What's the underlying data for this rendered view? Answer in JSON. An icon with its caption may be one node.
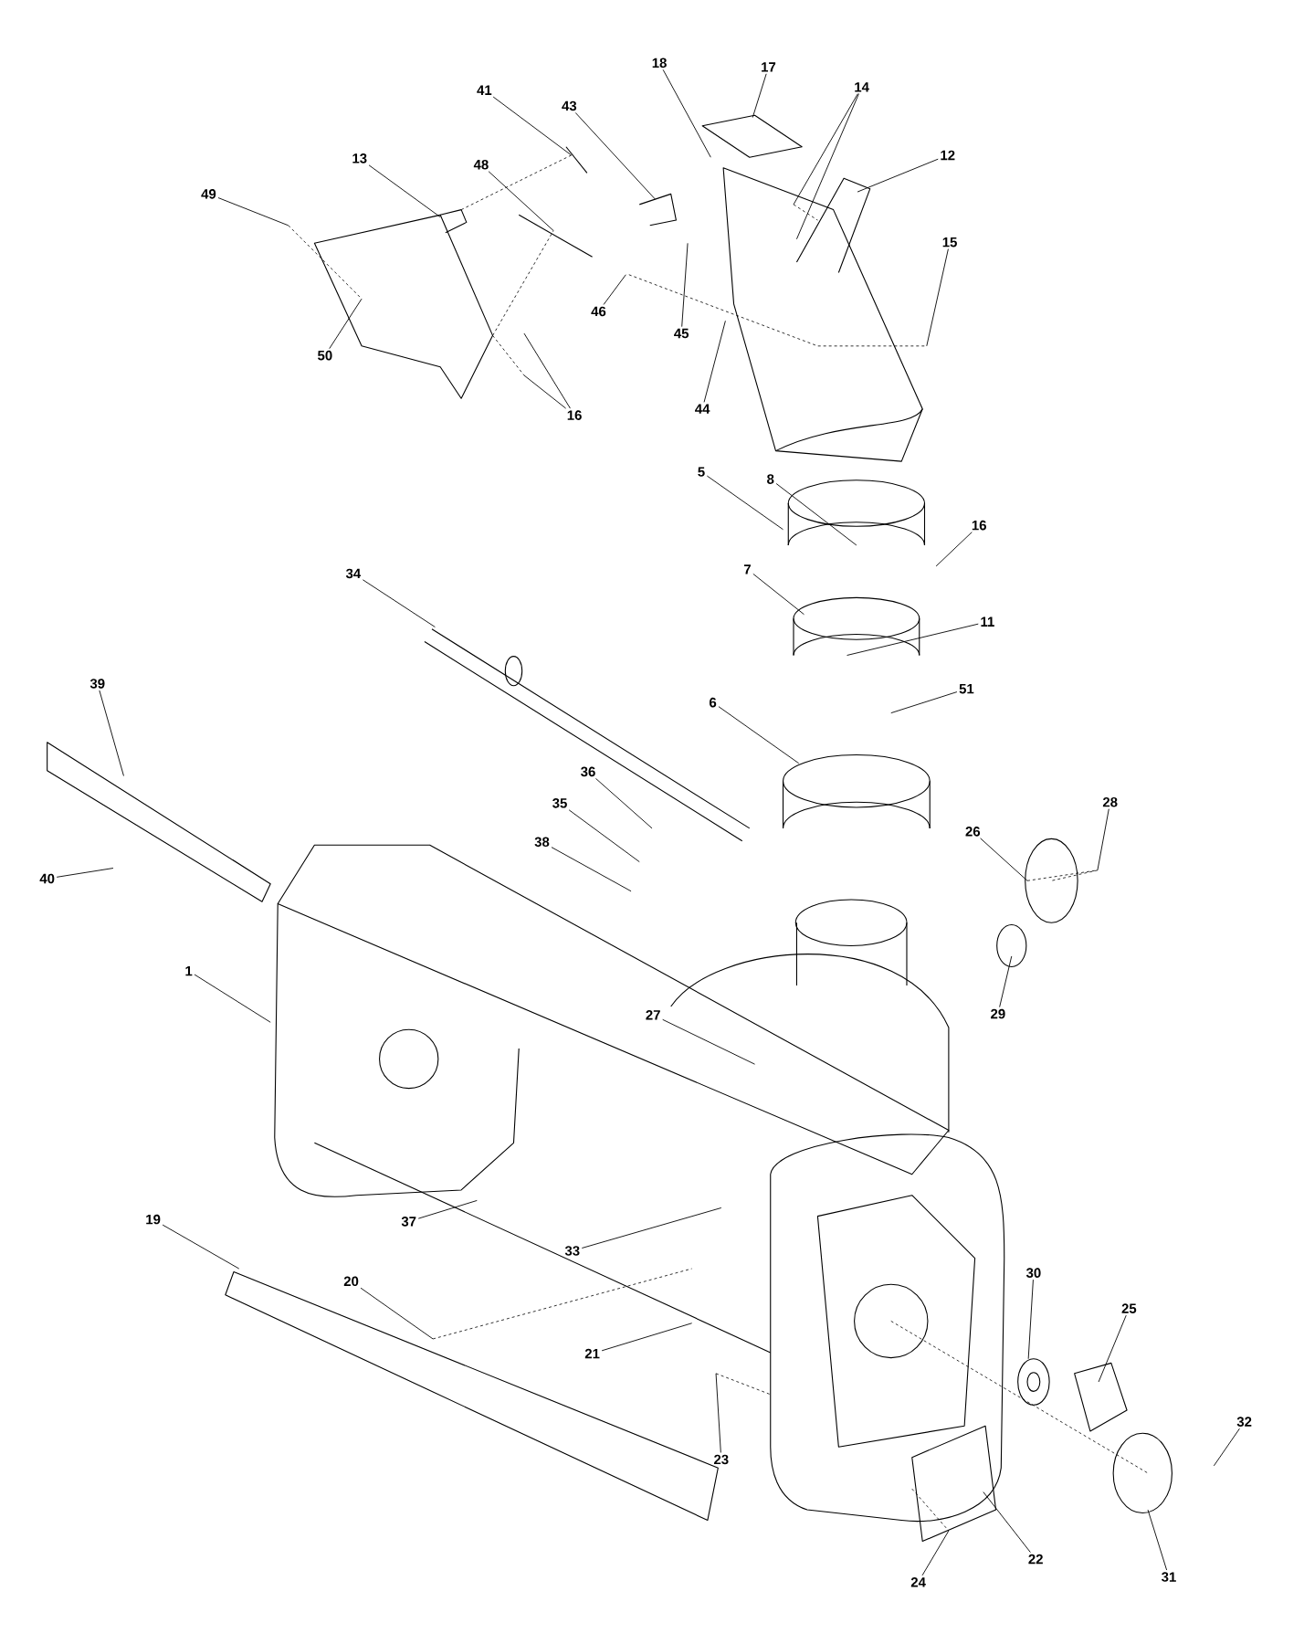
{
  "diagram": {
    "nodes": [
      {
        "text": [
          "18"
        ]
      },
      {
        "text": [
          "17"
        ]
      },
      {
        "text": [
          "41"
        ]
      },
      {
        "text": [
          "43"
        ]
      },
      {
        "text": [
          "14"
        ]
      },
      {
        "text": [
          "12"
        ]
      },
      {
        "text": [
          "13"
        ]
      },
      {
        "text": [
          "48"
        ]
      },
      {
        "text": [
          "49"
        ]
      },
      {
        "text": [
          "15"
        ]
      },
      {
        "text": [
          "46"
        ]
      },
      {
        "text": [
          "45"
        ]
      },
      {
        "text": [
          "50"
        ]
      },
      {
        "text": [
          "44"
        ]
      },
      {
        "text": [
          "16"
        ]
      },
      {
        "text": [
          "5"
        ]
      },
      {
        "text": [
          "8"
        ]
      },
      {
        "text": [
          "16"
        ]
      },
      {
        "text": [
          "34"
        ]
      },
      {
        "text": [
          "7"
        ]
      },
      {
        "text": [
          "11"
        ]
      },
      {
        "text": [
          "39"
        ]
      },
      {
        "text": [
          "51"
        ]
      },
      {
        "text": [
          "6"
        ]
      },
      {
        "text": [
          "36"
        ]
      },
      {
        "text": [
          "28"
        ]
      },
      {
        "text": [
          "35"
        ]
      },
      {
        "text": [
          "26"
        ]
      },
      {
        "text": [
          "38"
        ]
      },
      {
        "text": [
          "40"
        ]
      },
      {
        "text": [
          "1"
        ]
      },
      {
        "text": [
          "29"
        ]
      },
      {
        "text": [
          "27"
        ]
      },
      {
        "text": [
          "19"
        ]
      },
      {
        "text": [
          "37"
        ]
      },
      {
        "text": [
          "33"
        ]
      },
      {
        "text": [
          "30"
        ]
      },
      {
        "text": [
          "20"
        ]
      },
      {
        "text": [
          "25"
        ]
      },
      {
        "text": [
          "21"
        ]
      },
      {
        "text": [
          "32"
        ]
      },
      {
        "text": [
          "23"
        ]
      },
      {
        "text": [
          "22"
        ]
      },
      {
        "text": [
          "24"
        ]
      },
      {
        "text": [
          "31"
        ]
      }
    ],
    "edges": [
      {
        "from": 0,
        "to": null,
        "arrow": "none"
      },
      {
        "from": 1,
        "to": null,
        "arrow": "none"
      },
      {
        "from": 2,
        "to": null,
        "arrow": "none"
      },
      {
        "from": 3,
        "to": null,
        "arrow": "none"
      },
      {
        "from": 4,
        "to": null,
        "arrow": "none"
      },
      {
        "from": 4,
        "to": null,
        "arrow": "none"
      },
      {
        "from": 5,
        "to": null,
        "arrow": "none"
      },
      {
        "from": 6,
        "to": null,
        "arrow": "none"
      },
      {
        "from": 7,
        "to": null,
        "arrow": "none"
      },
      {
        "from": 8,
        "to": null,
        "arrow": "none"
      },
      {
        "from": 9,
        "to": null,
        "arrow": "none"
      },
      {
        "from": 10,
        "to": null,
        "arrow": "none"
      },
      {
        "from": 11,
        "to": null,
        "arrow": "none"
      },
      {
        "from": 12,
        "to": null,
        "arrow": "none"
      },
      {
        "from": 13,
        "to": null,
        "arrow": "none"
      },
      {
        "from": 14,
        "to": null,
        "arrow": "none"
      },
      {
        "from": 14,
        "to": null,
        "arrow": "none"
      },
      {
        "from": 15,
        "to": null,
        "arrow": "none"
      },
      {
        "from": 16,
        "to": null,
        "arrow": "none"
      },
      {
        "from": 17,
        "to": null,
        "arrow": "none"
      },
      {
        "from": 18,
        "to": null,
        "arrow": "none"
      },
      {
        "from": 19,
        "to": null,
        "arrow": "none"
      },
      {
        "from": 20,
        "to": null,
        "arrow": "none"
      },
      {
        "from": 21,
        "to": null,
        "arrow": "none"
      },
      {
        "from": 22,
        "to": null,
        "arrow": "none"
      },
      {
        "from": 23,
        "to": null,
        "arrow": "none"
      },
      {
        "from": 24,
        "to": null,
        "arrow": "none"
      },
      {
        "from": 25,
        "to": null,
        "arrow": "none"
      },
      {
        "from": 26,
        "to": null,
        "arrow": "none"
      },
      {
        "from": 27,
        "to": null,
        "arrow": "none"
      },
      {
        "from": 28,
        "to": null,
        "arrow": "none"
      },
      {
        "from": 29,
        "to": null,
        "arrow": "none"
      },
      {
        "from": 30,
        "to": null,
        "arrow": "none"
      },
      {
        "from": 31,
        "to": null,
        "arrow": "none"
      },
      {
        "from": 32,
        "to": null,
        "arrow": "none"
      },
      {
        "from": 33,
        "to": null,
        "arrow": "none"
      },
      {
        "from": 34,
        "to": null,
        "arrow": "none"
      },
      {
        "from": 35,
        "to": null,
        "arrow": "none"
      },
      {
        "from": 36,
        "to": null,
        "arrow": "none"
      },
      {
        "from": 37,
        "to": null,
        "arrow": "none"
      },
      {
        "from": 38,
        "to": null,
        "arrow": "none"
      },
      {
        "from": 39,
        "to": null,
        "arrow": "none"
      },
      {
        "from": 40,
        "to": null,
        "arrow": "none"
      },
      {
        "from": 41,
        "to": null,
        "arrow": "none"
      },
      {
        "from": 42,
        "to": null,
        "arrow": "none"
      },
      {
        "from": 43,
        "to": null,
        "arrow": "none"
      },
      {
        "from": 44,
        "to": null,
        "arrow": "none"
      }
    ]
  }
}
